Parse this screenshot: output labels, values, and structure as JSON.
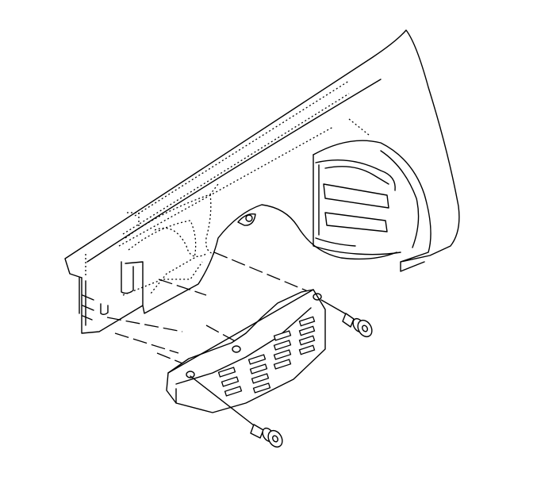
{
  "diagram": {
    "parts": [
      "fender",
      "wheelhouse-liner",
      "fender-insulator-panel",
      "push-in-retainer-upper",
      "push-in-retainer-lower"
    ],
    "colors": {
      "line": "#000000",
      "background": "#ffffff"
    }
  }
}
